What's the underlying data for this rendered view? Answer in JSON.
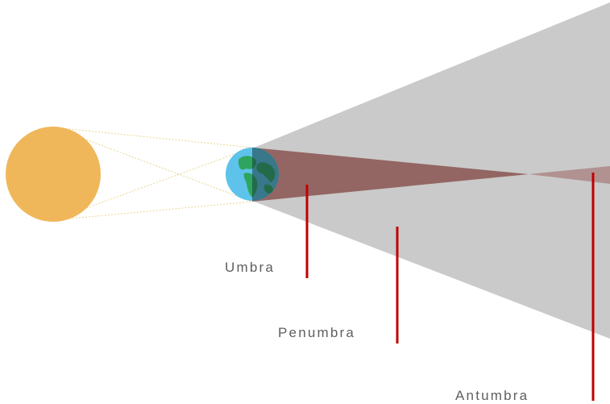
{
  "labels": {
    "umbra": "Umbra",
    "penumbra": "Penumbra",
    "antumbra": "Antumbra"
  },
  "colors": {
    "sun": "#F0B75A",
    "earth_ocean": "#5EC3EA",
    "earth_land": "#2EA55E",
    "penumbra_shadow": "#CACACA",
    "umbra_shadow": "#936663",
    "antumbra_shadow": "#B19291",
    "pointer_line": "#C00000",
    "light_rays": "#E9D58E",
    "label_text": "#5F5F5F"
  }
}
